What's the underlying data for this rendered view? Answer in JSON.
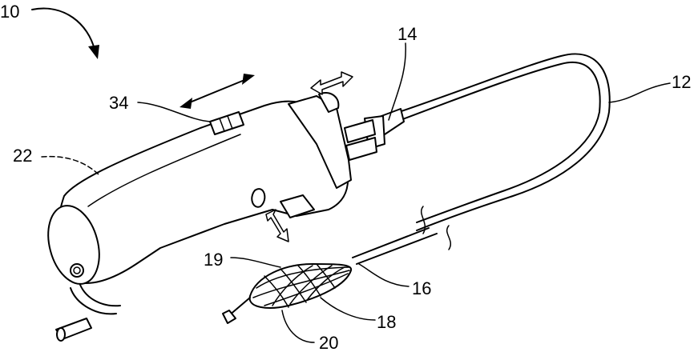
{
  "labels": {
    "ref_10": "10",
    "ref_14": "14",
    "ref_12": "12",
    "ref_34": "34",
    "ref_22": "22",
    "ref_19": "19",
    "ref_16": "16",
    "ref_18": "18",
    "ref_20": "20"
  }
}
